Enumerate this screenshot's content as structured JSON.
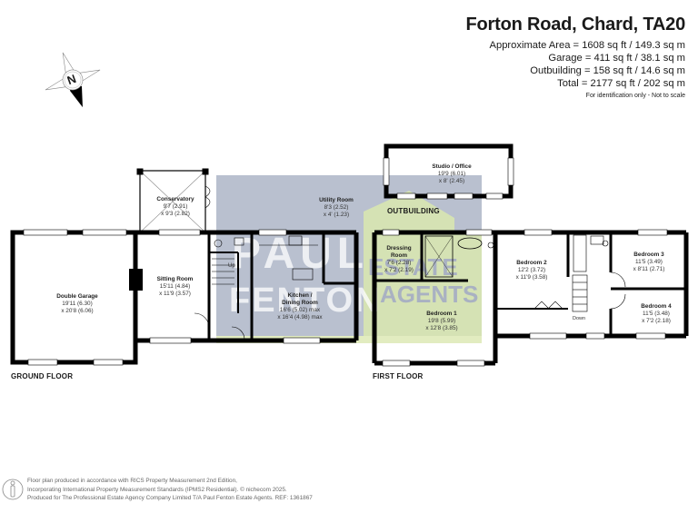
{
  "header": {
    "title": "Forton Road, Chard, TA20",
    "areas": [
      "Approximate Area = 1608 sq ft / 149.3 sq m",
      "Garage = 411 sq ft / 38.1 sq m",
      "Outbuilding = 158 sq ft / 14.6 sq m",
      "Total = 2177 sq ft / 202 sq m"
    ],
    "note": "For identification only - Not to scale"
  },
  "compass": {
    "label": "N",
    "icon": "compass-rose-icon"
  },
  "watermark": {
    "line1": "PAUL",
    "line2": "FENTON",
    "line3": "ESTATE",
    "line4": "AGENTS",
    "box_color": "#b9c0cf",
    "house_color": "#d8e6b0"
  },
  "floors": {
    "ground": {
      "label": "GROUND FLOOR",
      "rooms": [
        {
          "name": "Double Garage",
          "dims": [
            "19'11 (6.30)",
            "x 20'8 (6.06)"
          ]
        },
        {
          "name": "Conservatory",
          "dims": [
            "9'7 (2.91)",
            "x 9'3 (2.82)"
          ]
        },
        {
          "name": "Sitting Room",
          "dims": [
            "15'11 (4.84)",
            "x 11'9 (3.57)"
          ]
        },
        {
          "name": "Utility Room",
          "dims": [
            "8'3 (2.52)",
            "x 4' (1.23)"
          ]
        },
        {
          "name": "Kitchen /",
          "name2": "Dining Room",
          "dims": [
            "16'6 (5.02) max",
            "x 16'4 (4.98) max"
          ]
        }
      ],
      "stairs_label": "Up"
    },
    "outbuilding": {
      "label": "OUTBUILDING",
      "rooms": [
        {
          "name": "Studio / Office",
          "dims": [
            "19'9 (6.01)",
            "x 8' (2.45)"
          ]
        }
      ]
    },
    "first": {
      "label": "FIRST FLOOR",
      "rooms": [
        {
          "name": "Dressing",
          "name2": "Room",
          "dims": [
            "7'6 (2.28)",
            "x 7'2 (2.19)"
          ]
        },
        {
          "name": "Bedroom 1",
          "dims": [
            "19'8 (5.99)",
            "x 12'8 (3.85)"
          ]
        },
        {
          "name": "Bedroom 2",
          "dims": [
            "12'2 (3.72)",
            "x 11'9 (3.58)"
          ]
        },
        {
          "name": "Bedroom 3",
          "dims": [
            "11'5 (3.49)",
            "x 8'11 (2.71)"
          ]
        },
        {
          "name": "Bedroom 4",
          "dims": [
            "11'5 (3.48)",
            "x 7'2 (2.18)"
          ]
        }
      ],
      "stairs_label": "Down"
    }
  },
  "footer": {
    "lines": [
      "Floor plan produced in accordance with RICS Property Measurement 2nd Edition,",
      "Incorporating International Property Measurement Standards (IPMS2 Residential).  © nichecom 2025.",
      "Produced for The Professional Estate Agency Company Limited T/A Paul Fenton Estate Agents.   REF:  1361867"
    ],
    "icon": "person-measure-icon"
  }
}
